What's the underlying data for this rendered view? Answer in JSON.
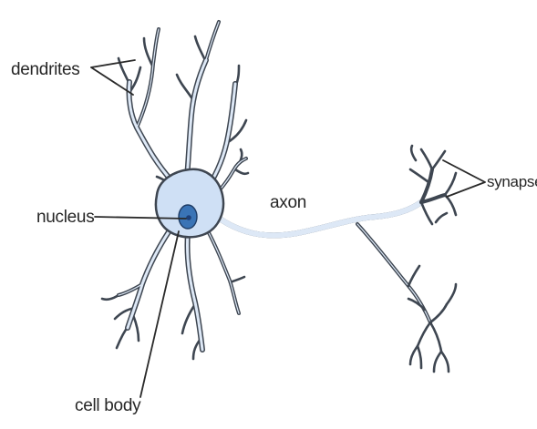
{
  "labels": {
    "dendrites": "dendrites",
    "nucleus": "nucleus",
    "axon": "axon",
    "synapse": "synapse",
    "cell_body": "cell body"
  },
  "colors": {
    "outline": "#3e4651",
    "cytoplasm": "#dde8f6",
    "soma_fill": "#cfe0f5",
    "nucleus_fill": "#3a74b6",
    "nucleolus_fill": "#1d3f78",
    "leader_line": "#2a2a2a",
    "text": "#262626"
  }
}
